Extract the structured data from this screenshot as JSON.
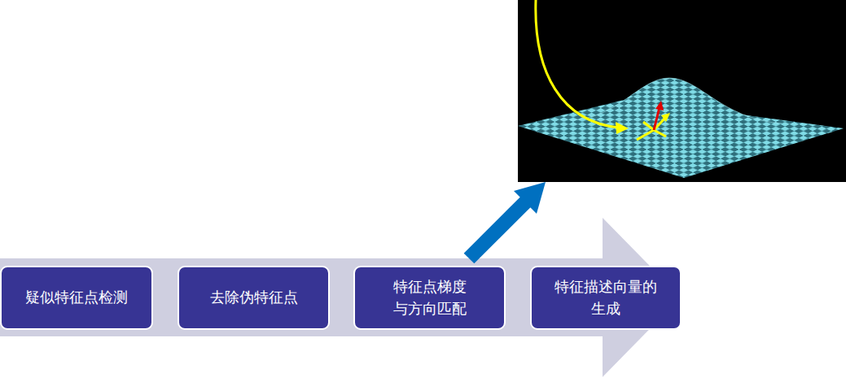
{
  "diagram": {
    "nodes": [
      {
        "text": [
          "疑似特征点检测"
        ]
      },
      {
        "text": [
          "去除伪特征点"
        ]
      },
      {
        "text": [
          "特征点梯度 与方向匹配"
        ]
      },
      {
        "text": [
          "特征描述向量的 生成"
        ]
      }
    ]
  }
}
